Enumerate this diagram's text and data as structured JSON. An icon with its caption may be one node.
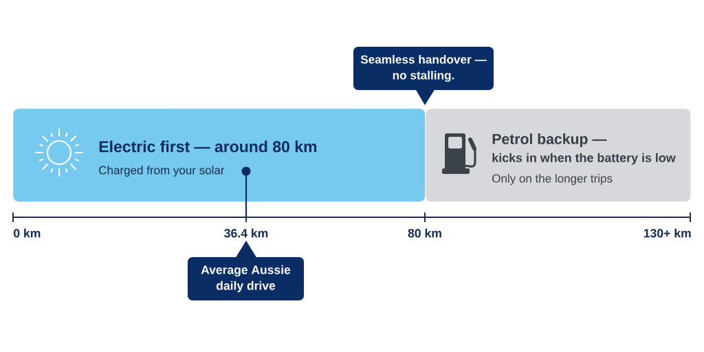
{
  "diagram": {
    "nodes": [
      {
        "text": [
          "Seamless handover — no stalling."
        ]
      },
      {
        "text": [
          "Electric first — around 80 km",
          "Charged from your solar"
        ]
      },
      {
        "text": [
          "Petrol backup —",
          "kicks in when the battery is low",
          "Only on the longer trips"
        ]
      },
      {
        "text": [
          "Average Aussie daily drive"
        ]
      }
    ],
    "labels": [
      "0 km",
      "36.4 km",
      "80 km",
      "130+ km"
    ]
  }
}
